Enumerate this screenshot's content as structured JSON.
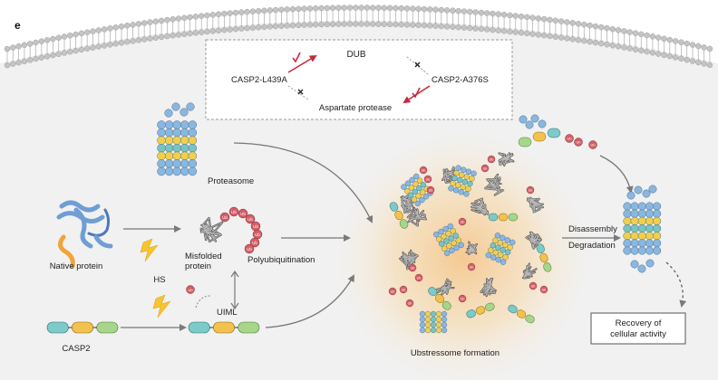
{
  "panel_label": "e",
  "inset": {
    "dub": "DUB",
    "casp2_l439a": "CASP2-L439A",
    "casp2_a376s": "CASP2-A376S",
    "aspartate_protease": "Aspartate protease"
  },
  "labels": {
    "proteasome": "Proteasome",
    "native_protein": "Native protein",
    "misfolded_protein": "Misfolded\nprotein",
    "polyubiquitination": "Polyubiquitination",
    "hs": "HS",
    "uiml": "UIML",
    "casp2": "CASP2",
    "disassembly": "Disassembly",
    "degradation": "Degradation",
    "ubstressome_formation": "Ubstressome formation",
    "recovery": "Recovery of\ncellular activity",
    "ub": "Ub"
  },
  "colors": {
    "background": "#f2f2f2",
    "membrane_head": "#c4c4c4",
    "proteasome_blue": "#8ab7df",
    "proteasome_yellow": "#f2cf4a",
    "proteasome_teal": "#78c4c0",
    "ubiquitin": "#d45d67",
    "casp2_teal": "#7ccac9",
    "casp2_yellow": "#f2c14e",
    "casp2_green": "#a7d58a",
    "glow": "#f7b04a",
    "check_red": "#d0283b"
  }
}
